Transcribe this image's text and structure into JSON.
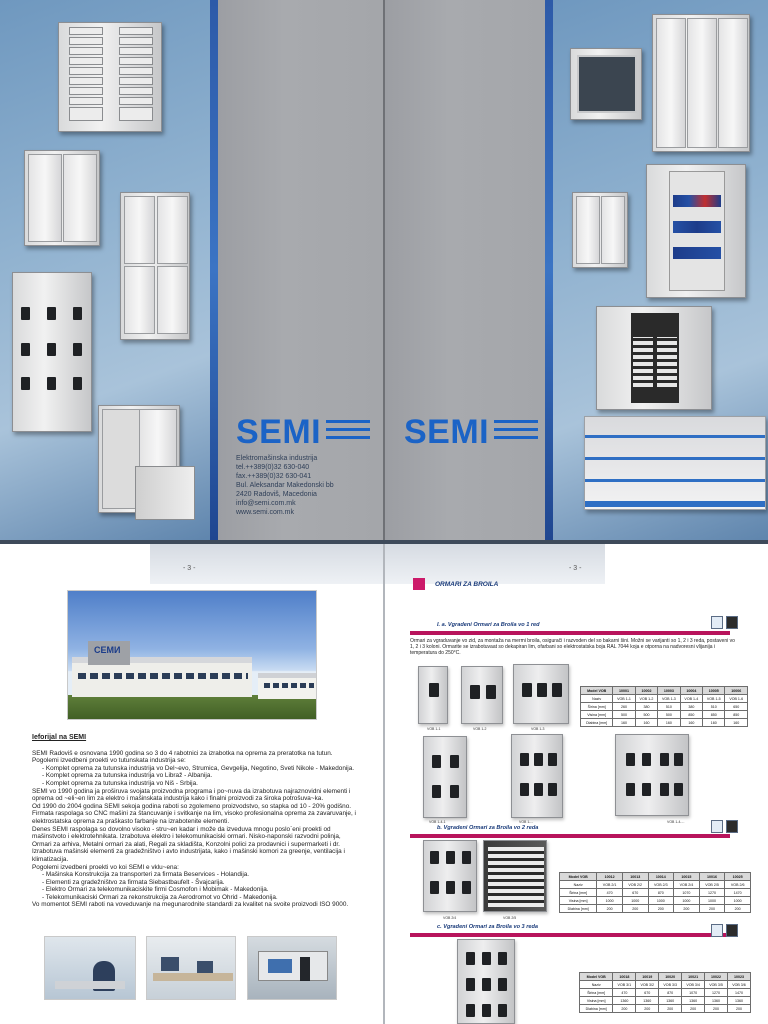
{
  "spread_top": {
    "left_panel": {
      "logo_text": "SEMI",
      "contact_lines": [
        "Elektromašinska industrija",
        "tel.++389(0)32 630-040",
        "fax.++389(0)32 630-041",
        "Bul. Aleksandar Makedonski bb",
        "2420 Radoviš, Macedonia",
        "info@semi.com.mk",
        "www.semi.com.mk"
      ]
    },
    "right_panel": {
      "logo_text": "SEMI"
    }
  },
  "page_left": {
    "page_number": "- 3 -",
    "building_sign": "СЕМИ",
    "heading": "Iеforijal na SEMI",
    "paragraphs": [
      "SEMI Radoviš e osnovana 1990 godina so 3 do 4 rabotnici za izrabotka na oprema za preratotka na tutun.",
      "Pogolemi izvedbeni proekti vo tutunskata industrija se:",
      "- Komplet oprema za tutunska industrija vo Del~evo, Strumica, Gevgelija, Negotino, Sveti Nikole - Makedonija.",
      "- Komplet oprema za tutunska industrija vo Libraž - Albanija.",
      "- Komplet oprema za tutunska industrija vo Niš - Srbija.",
      "SEMI vo 1990 godina ja proširuva svojata proizvodna programa i po~nuva da izrabotuva najraznovidni elementi i oprema od ~eli~en lim za elektro i mašinskata industrija kako i finalni proizvodi za široka potrošuva~ka.",
      "Od 1990 do 2004 godina SEMI sekoja godina raboti so zgolemeno proizvodstvo, so stapka od 10 - 20% godišno.",
      "Firmata raspolaga so CNC mašini za štancuvanje i svitkanje na lim, visoko profesionalna oprema za zavaruvanje, i elektrostatska oprema za praškasto farbanje na izrabotenite elementi.",
      "Denes SEMI raspolaga so dovolno visoko - stru~en kadar i može da izveduva mnogu poslo`eni proekti od mašinstvoto i elektrotehnikata. Izrabotuva elektro i telekomunikaciski ormari. Nisko-naponski razvodni polinja, Ormari za arhiva, Metalni ormari za alati, Regali za skladišta, Konzolni polici za prodavnici i supermarketi i dr. Izrabotuva mašinski elementi za gradežništvo i avto industrijata, kako i mašinski komori za greenje, ventilacija i klimatizacija.",
      "Pogolemi izvedbeni proekti vo koi SEMI e vklu~ena:",
      "- Mašinska Konstrukcija za transporteri za firmata Beservices - Holandija.",
      "- Elementi za gradežništvo za firmata Siebastbaufelt - Švajcarija.",
      "- Elektro Ormari za telekomunikaciskite firmi Cosmofon i Mobimak - Makedonija.",
      "- Telekomunikaciski Ormari za rekonstrukcija za Aerodromot vo Ohrid - Makedonija.",
      "Vo momentot SEMI raboti na voveduvanje na megunarodnite standardi za kvalitet na svoite proizvodi ISO 9000."
    ]
  },
  "page_right": {
    "page_number": "- 3 -",
    "section_title": "ORMARI ZA BROILA",
    "sub_a": "I. a. Vgradeni Ormari za Broila vo 1 red",
    "desc_a": "Ormari za vgraduvanje vo zid, za montaža na mermi broila, osigurači i razvoden del so bakarni šini. Možni se varijanti so 1, 2 i 3 reda, postaveni vo 1, 2 i 3 koloni. Ormarite se izrabotuvaat so dekapiran lim, ofarbani so elektrostatska boja RAL 7044 koja e otporna na nadvoresni vlijanija i temperatura do 250°C.",
    "sub_b": "b. Vgradeni Ormari za Broila vo 2 reda",
    "sub_c": "c. Vgradeni Ormari za Broila vo 3 reda",
    "captions_a": [
      "VOB 1-1",
      "VOB 1-2",
      "VOB 1-3"
    ],
    "captions_a2": [
      "VOB 1-4-1",
      "VOB 1-...",
      "VOB 1-4-... "
    ],
    "captions_b": [
      "VOB 2/4",
      "VOB 2/5"
    ],
    "table_a": {
      "headers": [
        "Model VOB",
        "10001",
        "10002",
        "10003",
        "10004",
        "10005",
        "10006"
      ],
      "rows": [
        [
          "Naziv",
          "VOB 1-1",
          "VOB 1-2",
          "VOB 1-3",
          "VOB 1-4",
          "VOB 1-5",
          "VOB 1-6"
        ],
        [
          "Širina [mm]",
          "260",
          "380",
          "510",
          "380",
          "510",
          "650"
        ],
        [
          "Visina [mm]",
          "500",
          "500",
          "500",
          "850",
          "850",
          "850"
        ],
        [
          "Dlabina [mm]",
          "160",
          "160",
          "160",
          "160",
          "160",
          "160"
        ]
      ]
    },
    "table_b": {
      "headers": [
        "Model VOB",
        "10012",
        "10013",
        "10014",
        "10015",
        "10016",
        "10025"
      ],
      "rows": [
        [
          "Naziv",
          "VOB 2/1",
          "VOB 2/2",
          "VOB 2/3",
          "VOB 2/4",
          "VOB 2/5",
          "VOB 2/6"
        ],
        [
          "Širina [mm]",
          "470",
          "670",
          "870",
          "1070",
          "1270",
          "1470"
        ],
        [
          "Visina [mm]",
          "1000",
          "1000",
          "1000",
          "1000",
          "1000",
          "1000"
        ],
        [
          "Dlabina [mm]",
          "200",
          "200",
          "200",
          "200",
          "200",
          "200"
        ]
      ]
    },
    "table_c": {
      "headers": [
        "Model VOB",
        "10018",
        "10019",
        "10020",
        "10021",
        "10022",
        "10023"
      ],
      "rows": [
        [
          "Naziv",
          "VOB 3/1",
          "VOB 3/2",
          "VOB 3/3",
          "VOB 3/4",
          "VOB 3/5",
          "VOB 3/6"
        ],
        [
          "Širina [mm]",
          "470",
          "670",
          "870",
          "1070",
          "1270",
          "1470"
        ],
        [
          "Visina [mm]",
          "1360",
          "1360",
          "1360",
          "1360",
          "1360",
          "1360"
        ],
        [
          "Dlabina [mm]",
          "200",
          "200",
          "200",
          "200",
          "200",
          "200"
        ]
      ]
    }
  },
  "colors": {
    "accent_magenta": "#b8145c",
    "logo_blue": "#1b63c6",
    "stripe_blue": "#2d5aa8"
  }
}
